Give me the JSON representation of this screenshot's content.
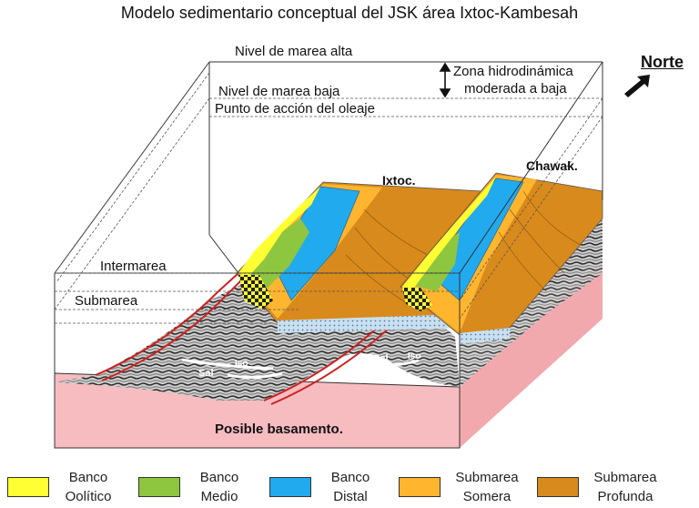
{
  "title": "Modelo sedimentario conceptual del JSK área Ixtoc-Kambesah",
  "labels": {
    "nivel_alta": "Nivel de marea alta",
    "nivel_baja": "Nivel de marea baja",
    "punto_oleaje": "Punto de acción del oleaje",
    "zona_line1": "Zona hidrodinámica",
    "zona_line2": "moderada a baja",
    "norte": "Norte",
    "ixtoc": "Ixtoc.",
    "chawak": "Chawak.",
    "intermarea": "Intermarea",
    "submarea": "Submarea",
    "sal1": "Sal",
    "sal2": "Sal",
    "iso1": "Iso",
    "iso2": "Iso",
    "basamento": "Posible basamento."
  },
  "legend": [
    {
      "line1": "Banco",
      "line2": "Oolítico",
      "color": "#ffff33"
    },
    {
      "line1": "Banco",
      "line2": "Medio",
      "color": "#8ec63f"
    },
    {
      "line1": "Banco",
      "line2": "Distal",
      "color": "#22aaee"
    },
    {
      "line1": "Submarea",
      "line2": "Somera",
      "color": "#ffb52e"
    },
    {
      "line1": "Submarea",
      "line2": "Profunda",
      "color": "#d98a1c"
    }
  ],
  "colors": {
    "basement": "#f7bcc0",
    "seismic_dark": "#3a3a3a",
    "seismic_light": "#d8d8d8",
    "fault": "#cc2222"
  }
}
